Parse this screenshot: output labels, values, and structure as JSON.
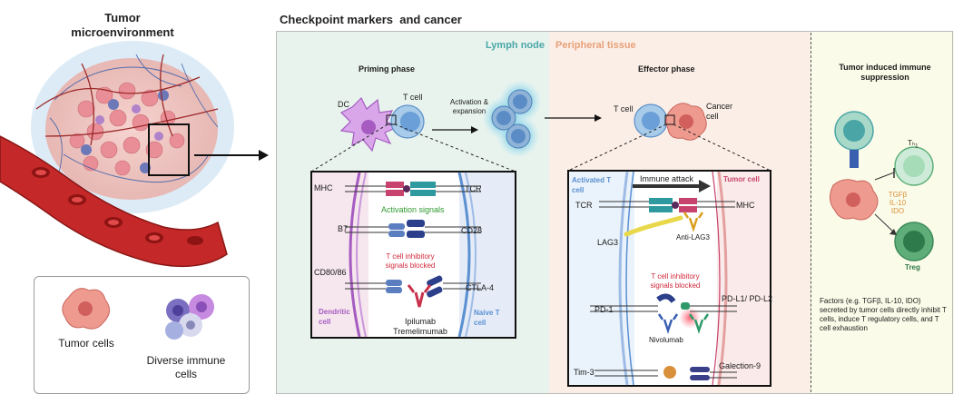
{
  "left": {
    "title": "Tumor microenvironment",
    "legend": {
      "tumor_label": "Tumor cells",
      "immune_label": "Diverse immune cells"
    }
  },
  "main": {
    "title": "Checkpoint markers  and cancer",
    "lymph_node": "Lymph node",
    "peripheral": "Peripheral tissue",
    "priming": {
      "title": "Priming phase",
      "dc": "DC",
      "tcell": "T cell",
      "arrow_label": "Activation & expansion",
      "inset": {
        "mhc": "MHC",
        "tcr": "TCR",
        "activation": "Activation signals",
        "b7": "B7",
        "cd28": "CD28",
        "inhibitory": "T cell inhibitory signals blocked",
        "cd80": "CD80/86",
        "ctla4": "CTLA-4",
        "dendritic": "Dendritic cell",
        "naive": "Naive T cell",
        "drugs": "Ipilumab\nTremelimumab"
      }
    },
    "effector": {
      "title": "Effector phase",
      "tcell": "T cell",
      "cancer": "Cancer cell",
      "inset": {
        "activated": "Activated T cell",
        "attack": "Immune attack",
        "tumor": "Tumor cell",
        "tcr": "TCR",
        "mhc": "MHC",
        "lag3": "LAG3",
        "anti_lag3": "Anti-LAG3",
        "inhibitory": "T cell inhibitory signals blocked",
        "pd1": "PD-1",
        "pdl": "PD-L1/ PD-L2",
        "nivolumab": "Nivolumab",
        "tim3": "Tim-3",
        "galectin": "Galection-9"
      }
    }
  },
  "right": {
    "title": "Tumor induced immune suppression",
    "th1": "Tₕ",
    "th1_sub": "1",
    "treg": "Treg",
    "factors": "TGFβ\nIL-10\nIDO",
    "description": "Factors (e.g. TGFβ, IL-10, IDO) secreted by tumor cells directly inhibit T cells,  induce T regulatory cells, and T cell exhaustion"
  },
  "colors": {
    "lymph_bg": "#e8f3ee",
    "peripheral_bg": "#fbeee6",
    "right_bg": "#fbfbe9",
    "teal": "#4aa6a6",
    "peach": "#e8a17a",
    "green_text": "#2f9a2f",
    "red_text": "#d0283a",
    "purple": "#a55bc0",
    "blue": "#5a8fd0",
    "tcr_teal": "#2e9aa0",
    "mhc_pink": "#c8426e"
  }
}
